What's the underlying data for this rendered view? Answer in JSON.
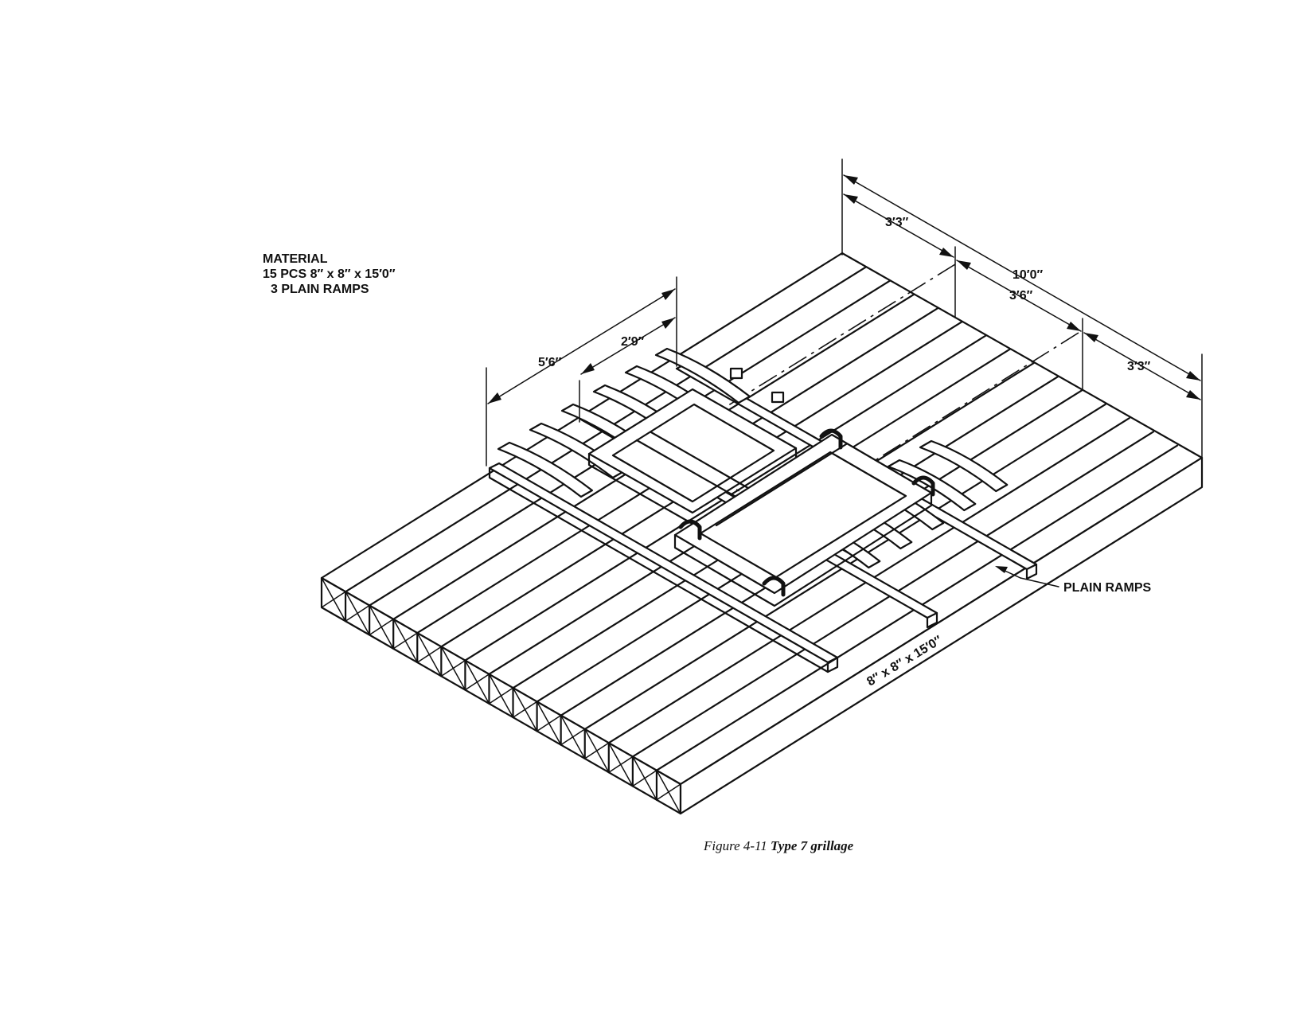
{
  "material": {
    "heading": "MATERIAL",
    "line1": "15 PCS 8″ x 8″ x 15′0″",
    "line2": "3 PLAIN RAMPS"
  },
  "dimensions": {
    "d_3_3_top": "3′3″",
    "d_10_0": "10′0″",
    "d_3_6": "3′6″",
    "d_3_3_right": "3′3″",
    "d_5_6": "5′6″",
    "d_2_9": "2′9″"
  },
  "callouts": {
    "plain_ramps": "PLAIN RAMPS",
    "timber": "8″ x 8″ x 15′0″"
  },
  "caption": {
    "prefix": "Figure 4-11 ",
    "title": "Type 7 grillage"
  },
  "diagram": {
    "timber_count": 15,
    "ramp_count": 3
  }
}
